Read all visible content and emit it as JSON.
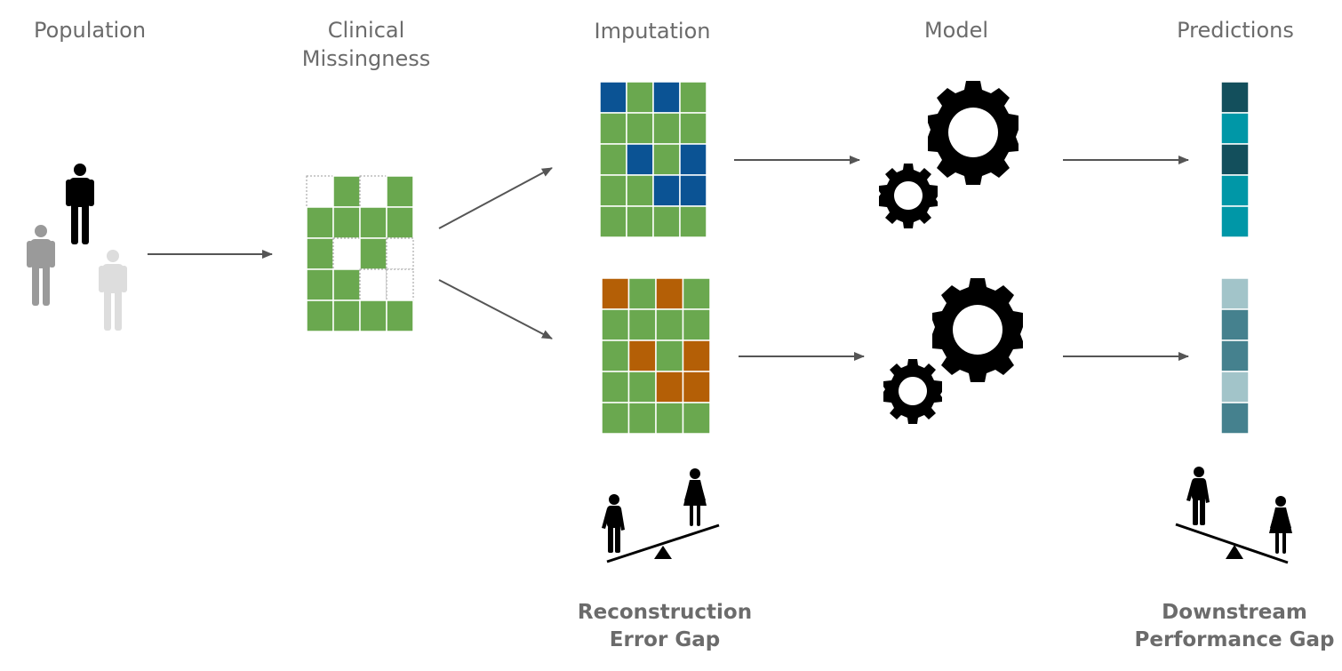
{
  "stages": {
    "population": "Population",
    "missingness": "Clinical\nMissingness",
    "imputation": "Imputation",
    "model": "Model",
    "predictions": "Predictions"
  },
  "gaps": {
    "reconstruction": "Reconstruction\nError Gap",
    "downstream": "Downstream\nPerformance Gap"
  },
  "colors": {
    "green": "#6aa84f",
    "blue": "#0b5394",
    "orange": "#b45f06",
    "label": "#6b6b6b",
    "arrow": "#555555",
    "pred_dark": "#134f5c",
    "pred_teal": "#0097a7",
    "pred_mid": "#45818e",
    "pred_light": "#a2c4c9"
  },
  "grids": {
    "missingness": [
      [
        "missing",
        "observed",
        "missing",
        "observed"
      ],
      [
        "observed",
        "observed",
        "observed",
        "observed"
      ],
      [
        "observed",
        "missing",
        "observed",
        "missing"
      ],
      [
        "observed",
        "observed",
        "missing",
        "missing"
      ],
      [
        "observed",
        "observed",
        "observed",
        "observed"
      ]
    ],
    "imputation_top": [
      [
        "imputed",
        "observed",
        "imputed",
        "observed"
      ],
      [
        "observed",
        "observed",
        "observed",
        "observed"
      ],
      [
        "observed",
        "imputed",
        "observed",
        "imputed"
      ],
      [
        "observed",
        "observed",
        "imputed",
        "imputed"
      ],
      [
        "observed",
        "observed",
        "observed",
        "observed"
      ]
    ],
    "imputation_bottom": [
      [
        "imputed",
        "observed",
        "imputed",
        "observed"
      ],
      [
        "observed",
        "observed",
        "observed",
        "observed"
      ],
      [
        "observed",
        "imputed",
        "observed",
        "imputed"
      ],
      [
        "observed",
        "observed",
        "imputed",
        "imputed"
      ],
      [
        "observed",
        "observed",
        "observed",
        "observed"
      ]
    ]
  },
  "predictions": {
    "top": [
      "pred_dark",
      "pred_teal",
      "pred_dark",
      "pred_teal",
      "pred_teal"
    ],
    "bottom": [
      "pred_light",
      "pred_mid",
      "pred_mid",
      "pred_light",
      "pred_mid"
    ]
  },
  "icons": [
    "person-icon",
    "gear-icon",
    "seesaw-icon",
    "arrow-icon"
  ]
}
